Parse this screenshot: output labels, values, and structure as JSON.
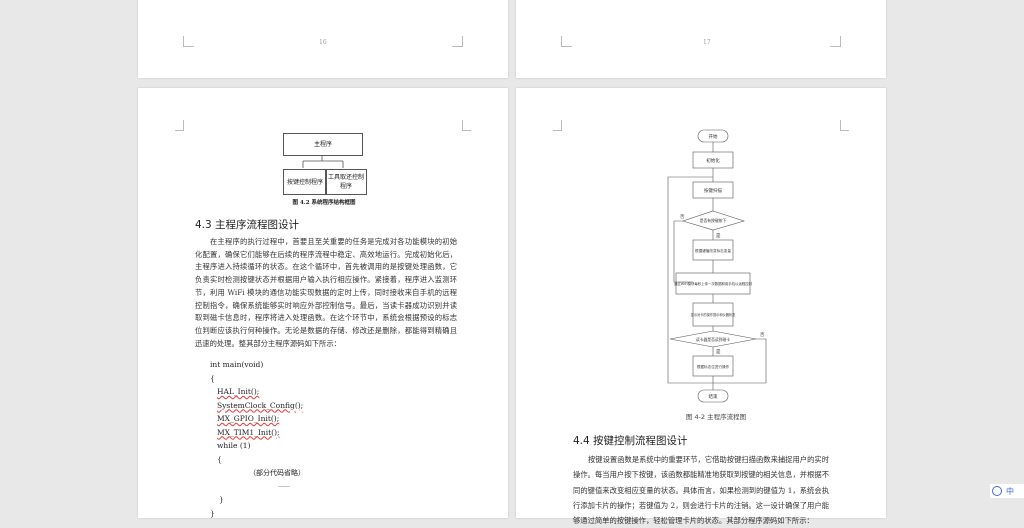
{
  "pages": {
    "top_left_number": "16",
    "top_right_number": "17"
  },
  "left_page": {
    "structure_diagram": {
      "top_box": "主程序",
      "left_box": "按键控制程序",
      "right_box": "工具取还控制程序",
      "caption": "图 4.2  系统程序结构框图"
    },
    "section_title": "4.3  主程序流程图设计",
    "paragraph": "在主程序的执行过程中，首要且至关重要的任务是完成对各功能模块的初始化配置，确保它们能够在后续的程序流程中稳定、高效地运行。完成初始化后，主程序进入持续循环的状态。在这个循环中，首先被调用的是按键处理函数，它负责实时检测按键状态并根据用户输入执行相应操作。紧接着，程序进入监测环节，利用 WiFi 模块的通信功能实现数据的定时上传，同时接收来自手机的远程控制指令，确保系统能够实时响应外部控制信号。最后，当读卡器成功识别并读取到磁卡信息时，程序将进入处理函数。在这个环节中，系统会根据预设的标志位判断应该执行何种操作。无论是数据的存储、修改还是删除，都能得到精确且迅速的处理。整其部分主程序源码如下所示：",
    "code": [
      "int main(void)",
      "{",
      "HAL_Init();",
      "SystemClock_Config();",
      "MX_GPIO_Init();",
      "MX_TIM1_Init();",
      "while (1)",
      "{",
      "（部分代码省略）",
      "……",
      "}",
      "}"
    ]
  },
  "right_page": {
    "flowchart": {
      "start": "开始",
      "init": "初始化",
      "scan": "按键扫描",
      "decision1": "是否有按键按下",
      "no1": "否",
      "yes1": "是",
      "change_var": "根据键值改变标志变量",
      "wifi": "通过WiFi模块每秒上传一次数据和用手机以远程控制",
      "display": "显示对卡的操作提示和仪器状态",
      "decision2": "读卡器是否读到磁卡",
      "no2": "否",
      "yes2": "是",
      "operate": "根据标志位进行操作",
      "end": "结束",
      "caption": "图 4-2 主程序流程图"
    },
    "section_title": "4.4  按键控制流程图设计",
    "paragraph": "按键设置函数是系统中的重要环节，它借助按键扫描函数来捕捉用户的实时操作。每当用户按下按键，该函数都能精准地获取到按键的相关信息，并根据不同的键值来改变相应变量的状态。具体而言，如果检测到的键值为 1，系统会执行添加卡片的操作；若键值为 2，则会进行卡片的注销。这一设计确保了用户能够通过简单的按键操作，轻松管理卡片的状态。其部分程序源码如下所示："
  },
  "ime": {
    "label": "中"
  }
}
